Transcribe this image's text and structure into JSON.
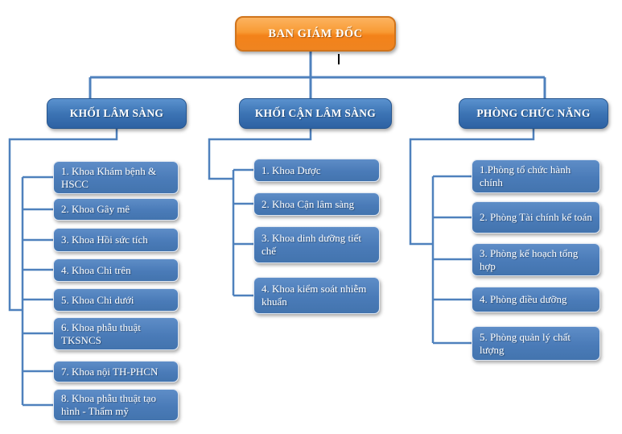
{
  "root": {
    "label": "BAN GIÁM ĐỐC"
  },
  "branches": [
    {
      "label": "KHỐI LÂM SÀNG",
      "items": [
        "1. Khoa Khám bệnh & HSCC",
        "2. Khoa Gây mê",
        "3. Khoa Hồi sức tích",
        "4. Khoa Chi trên",
        "5. Khoa Chi dưới",
        "6. Khoa phẫu thuật TKSNCS",
        "7. Khoa nội TH-PHCN",
        "8. Khoa phẫu thuật tạo hình - Thẩm mỹ"
      ]
    },
    {
      "label": "KHỐI CẬN LÂM SÀNG",
      "items": [
        "1. Khoa Dược",
        "2. Khoa Cận lâm sàng",
        "3. Khoa dinh dưỡng tiết chế",
        "4. Khoa kiểm soát nhiễm khuẩn"
      ]
    },
    {
      "label": "PHÒNG CHỨC NĂNG",
      "items": [
        "1.Phòng tổ chức hành chính",
        "2. Phòng Tài chính kế toán",
        "3. Phòng kế hoạch tổng hợp",
        "4. Phòng điều dưỡng",
        "5. Phòng quản lý chất lượng"
      ]
    }
  ],
  "colors": {
    "root_fill": "#F5881E",
    "node_fill": "#4E81BD",
    "connector": "#4F81BD",
    "artifact_tick": "#000000"
  }
}
